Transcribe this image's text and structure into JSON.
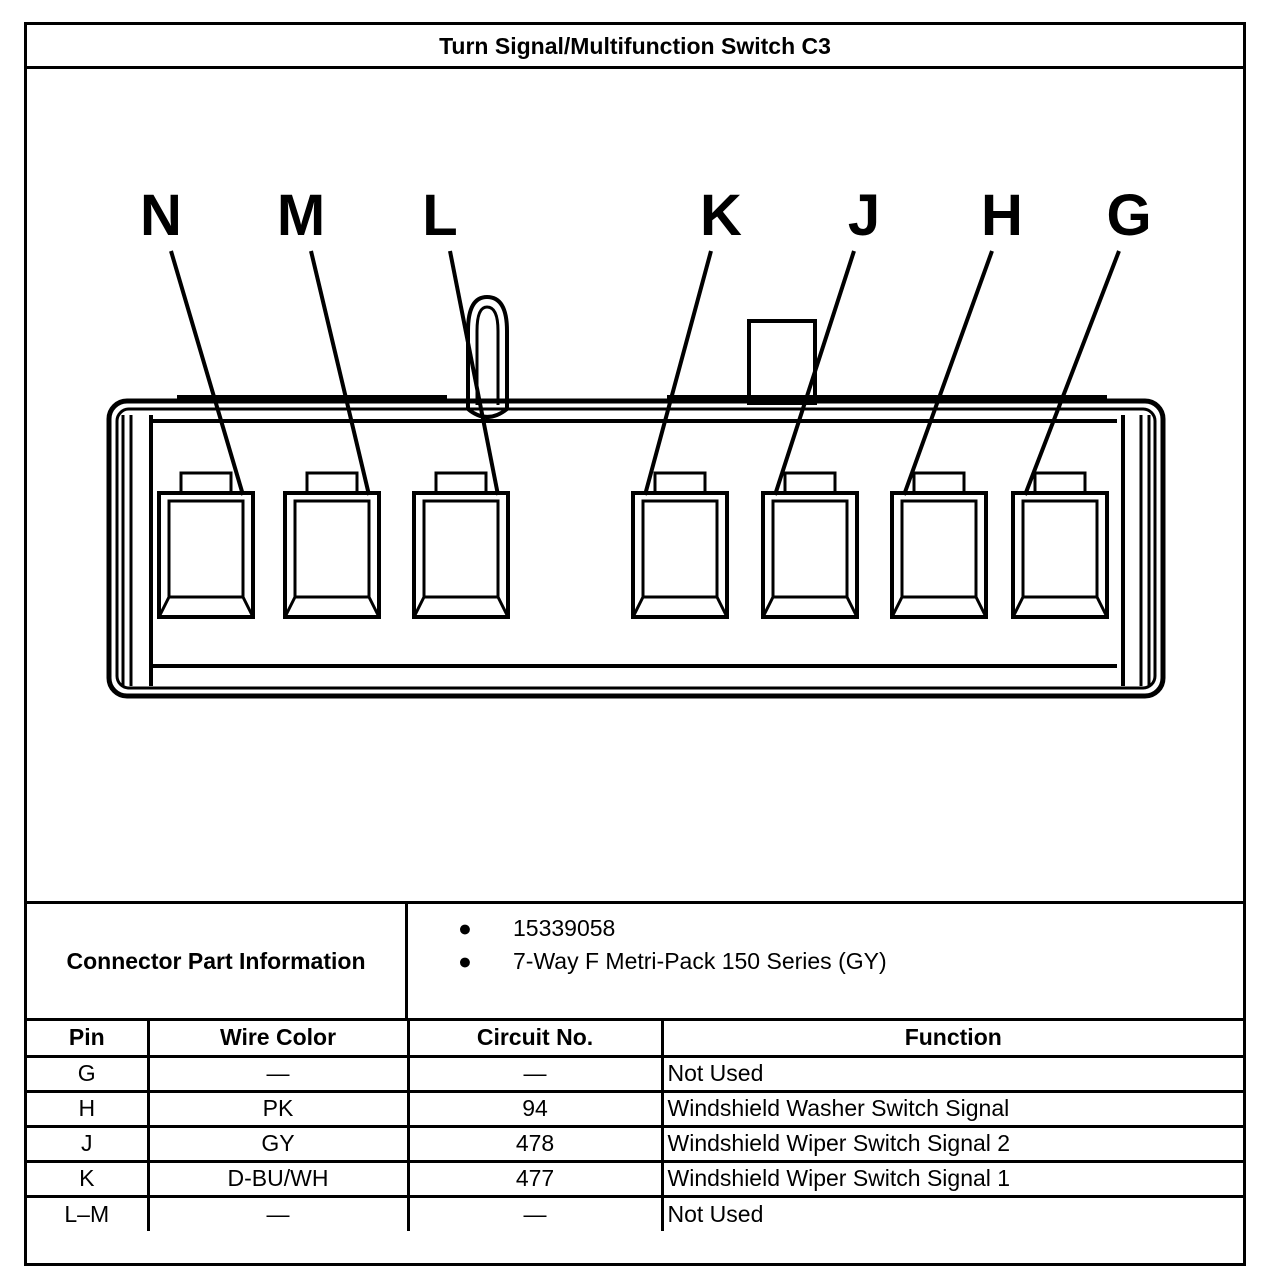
{
  "title": "Turn Signal/Multifunction Switch C3",
  "pins": [
    "N",
    "M",
    "L",
    "K",
    "J",
    "H",
    "G"
  ],
  "connector_info": {
    "label": "Connector Part Information",
    "items": [
      "15339058",
      "7-Way F Metri-Pack 150 Series (GY)"
    ]
  },
  "table": {
    "headers": [
      "Pin",
      "Wire Color",
      "Circuit No.",
      "Function"
    ],
    "rows": [
      [
        "G",
        "—",
        "—",
        "Not Used"
      ],
      [
        "H",
        "PK",
        "94",
        "Windshield Washer Switch Signal"
      ],
      [
        "J",
        "GY",
        "478",
        "Windshield Wiper Switch Signal 2"
      ],
      [
        "K",
        "D-BU/WH",
        "477",
        "Windshield Wiper Switch Signal 1"
      ],
      [
        "L–M",
        "—",
        "—",
        "Not Used"
      ]
    ]
  }
}
